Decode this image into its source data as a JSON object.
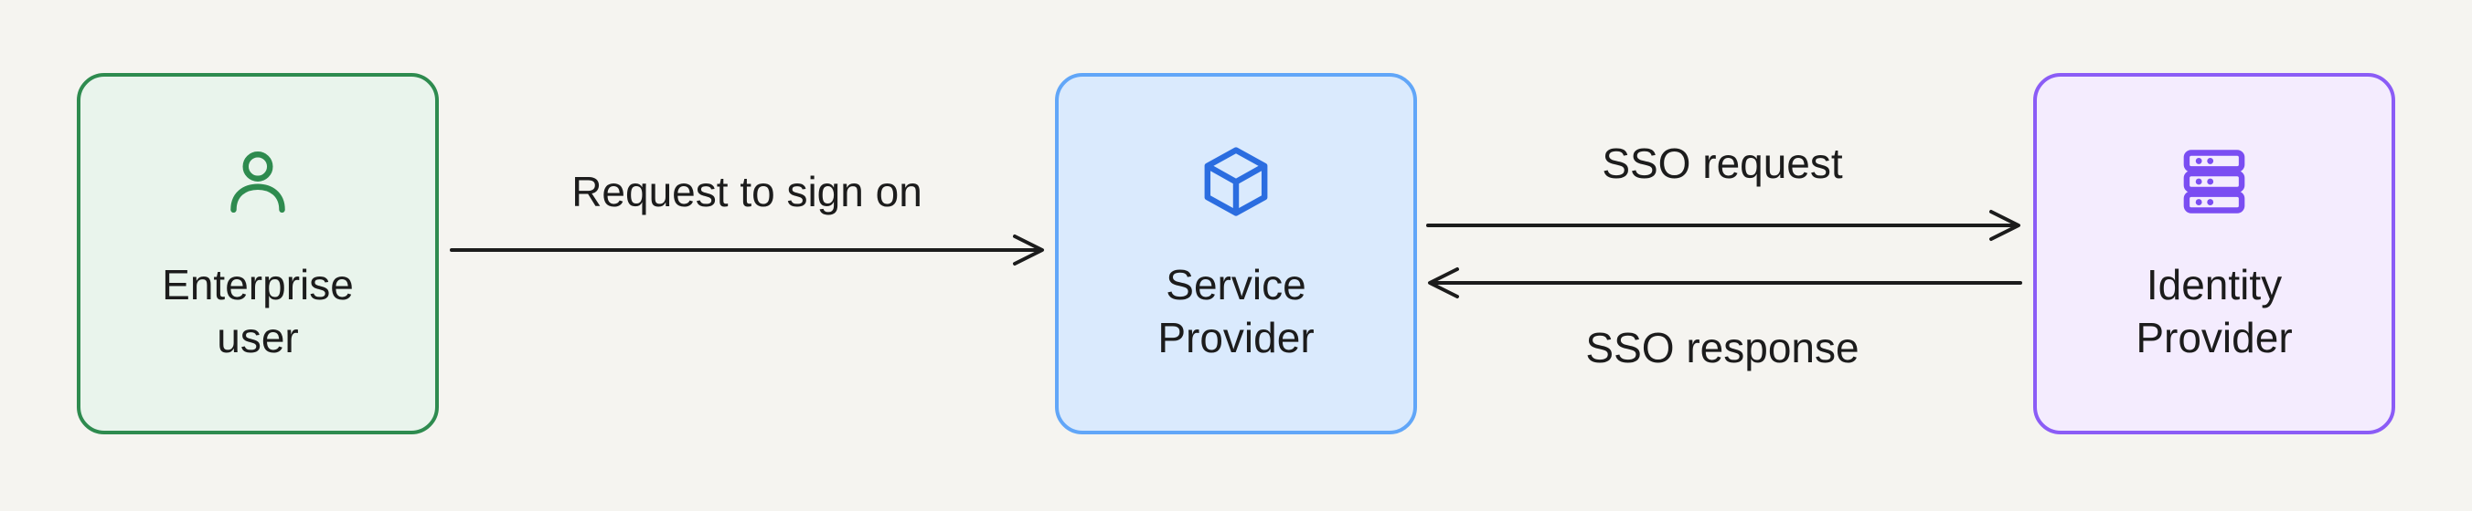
{
  "diagram": {
    "background_color": "#f5f4f0",
    "text_color": "#1c1c1c",
    "arrow_color": "#1c1c1c",
    "nodes": [
      {
        "id": "enterprise-user",
        "label": "Enterprise user",
        "label_line1": "Enterprise",
        "label_line2": "user",
        "icon": "user-icon",
        "border_color": "#2e8b4f",
        "fill_color": "#e9f4ec",
        "icon_color": "#2e8b4f"
      },
      {
        "id": "service-provider",
        "label": "Service Provider",
        "label_line1": "Service",
        "label_line2": "Provider",
        "icon": "cube-icon",
        "border_color": "#61a6f8",
        "fill_color": "#daeafd",
        "icon_color": "#2b6de0"
      },
      {
        "id": "identity-provider",
        "label": "Identity Provider",
        "label_line1": "Identity",
        "label_line2": "Provider",
        "icon": "server-icon",
        "border_color": "#8b5cf6",
        "fill_color": "#f4ecfe",
        "icon_color": "#7a4df2"
      }
    ],
    "edges": [
      {
        "label": "Request to sign on",
        "from": "enterprise-user",
        "to": "service-provider",
        "direction": "right"
      },
      {
        "label": "SSO request",
        "from": "service-provider",
        "to": "identity-provider",
        "direction": "right"
      },
      {
        "label": "SSO response",
        "from": "identity-provider",
        "to": "service-provider",
        "direction": "left"
      }
    ]
  }
}
